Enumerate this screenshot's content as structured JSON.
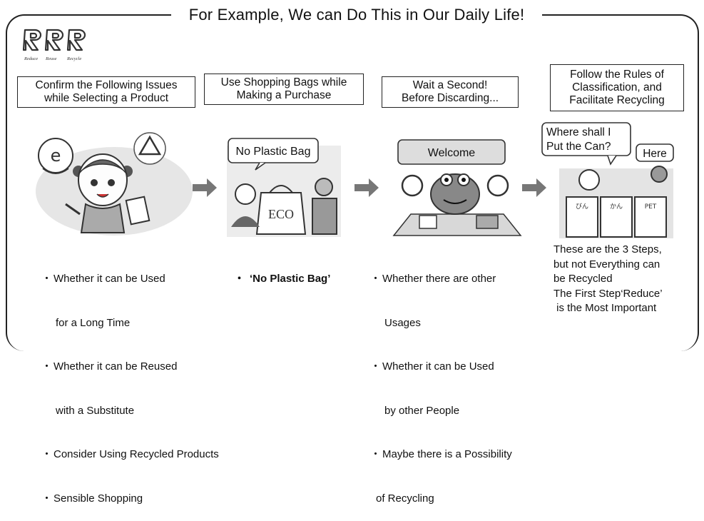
{
  "title": "For Example, We can Do This in Our Daily Life!",
  "logo": {
    "mark": "RRR",
    "words": [
      "Reduce",
      "Reuse",
      "Recycle"
    ]
  },
  "steps": [
    {
      "header": "Confirm the Following Issues\nwhile Selecting a Product",
      "bubble": "",
      "bullets": [
        {
          "text": "Whether it can be Used",
          "cont": false
        },
        {
          "text": "for a Long Time",
          "cont": true
        },
        {
          "text": "Whether it can be Reused",
          "cont": false
        },
        {
          "text": "with a Substitute",
          "cont": true
        },
        {
          "text": "Consider Using Recycled Products",
          "cont": false
        },
        {
          "text": "Sensible Shopping",
          "cont": false
        }
      ]
    },
    {
      "header": "Use Shopping Bags while\nMaking a Purchase",
      "bubble": "No Plastic Bag",
      "bag_label": "ECO",
      "bullets": [
        {
          "text": "‘No Plastic Bag’",
          "cont": false
        }
      ]
    },
    {
      "header": "Wait a Second!\nBefore Discarding...",
      "bubble": "Welcome",
      "bullets": [
        {
          "text": "Whether there are other",
          "cont": false
        },
        {
          "text": "Usages",
          "cont": true
        },
        {
          "text": "Whether it can be Used",
          "cont": false
        },
        {
          "text": "by other People",
          "cont": true
        },
        {
          "text": "Maybe there is a Possibility",
          "cont": false
        },
        {
          "text": "of Recycling",
          "cont": true
        }
      ]
    },
    {
      "header": "Follow the Rules of\nClassification, and\nFacilitate Recycling",
      "bubble": "Where shall I\nPut the Can?",
      "bubble2": "Here",
      "bin_labels": [
        "びん",
        "かん",
        "PET"
      ],
      "summary": "These are the 3 Steps,\nbut not Everything can\nbe Recycled\nThe First Step‘Reduce’\n is the Most Important"
    }
  ]
}
